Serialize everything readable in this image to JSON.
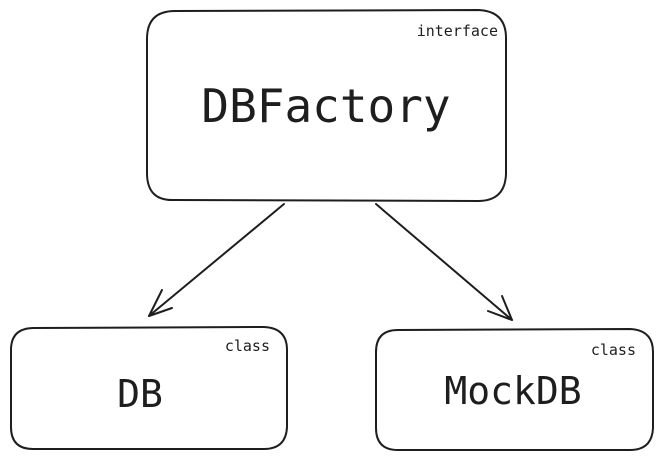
{
  "diagram": {
    "nodes": {
      "factory": {
        "stereotype": "interface",
        "name": "DBFactory"
      },
      "db": {
        "stereotype": "class",
        "name": "DB"
      },
      "mock": {
        "stereotype": "class",
        "name": "MockDB"
      }
    },
    "edges": [
      {
        "from": "factory",
        "to": "db"
      },
      {
        "from": "factory",
        "to": "mock"
      }
    ],
    "colors": {
      "stroke": "#1e1e1e",
      "background": "#ffffff"
    }
  }
}
